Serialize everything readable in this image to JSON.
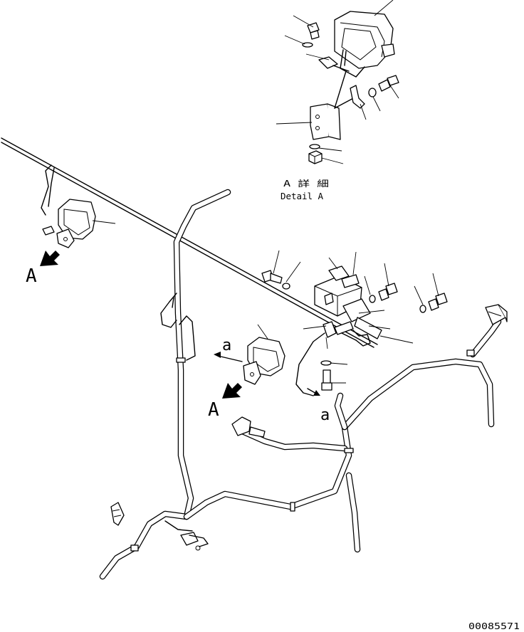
{
  "detail": {
    "title_jp": "A 詳 細",
    "title_en": "Detail A"
  },
  "view_labels": {
    "view_a_upper": "A",
    "view_a_lower": "A"
  },
  "connection_labels": {
    "conn_a_upper": "a",
    "conn_a_lower": "a"
  },
  "drawing_number": "00085571"
}
